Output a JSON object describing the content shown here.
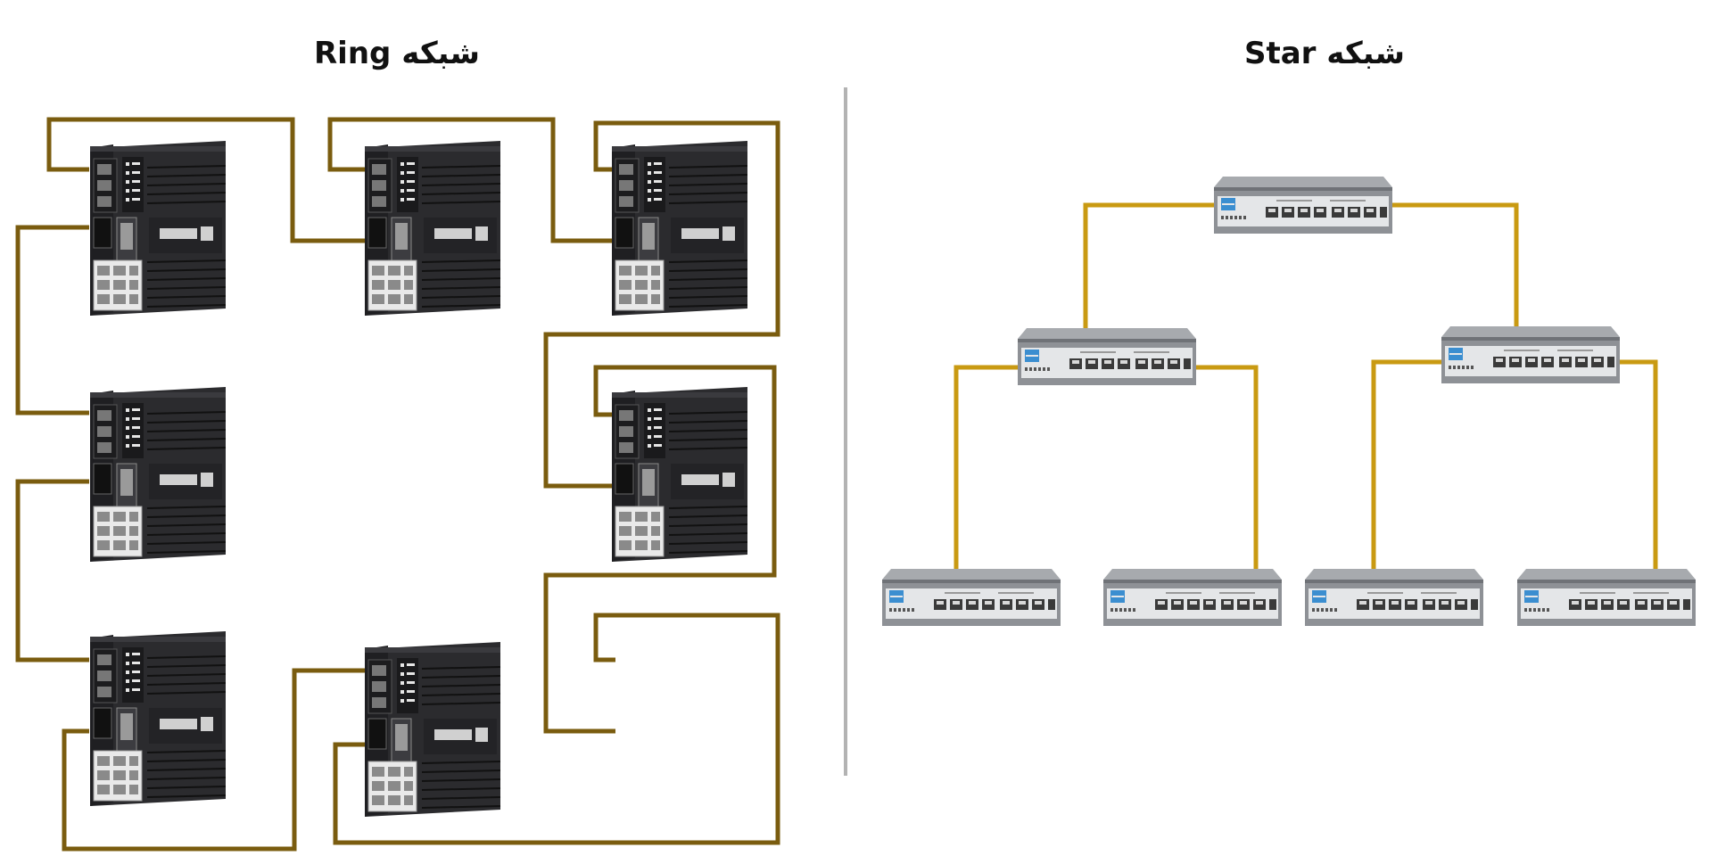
{
  "ring": {
    "title": "شبکه Ring",
    "cable_color": "#7a5c0f",
    "devices": [
      "industrial-switch",
      "industrial-switch",
      "industrial-switch",
      "industrial-switch",
      "industrial-switch",
      "industrial-switch",
      "industrial-switch"
    ]
  },
  "star": {
    "title": "شبکه Star",
    "cable_color": "#c99a12",
    "devices": {
      "core": "desktop-switch",
      "distribution": [
        "desktop-switch",
        "desktop-switch"
      ],
      "access": [
        "desktop-switch",
        "desktop-switch",
        "desktop-switch",
        "desktop-switch"
      ]
    }
  },
  "colors": {
    "divider": "#b3b3b3",
    "industrial_body": "#2b2b2e",
    "desktop_body": "#8e9196",
    "port_face": "#f2f2f2"
  }
}
